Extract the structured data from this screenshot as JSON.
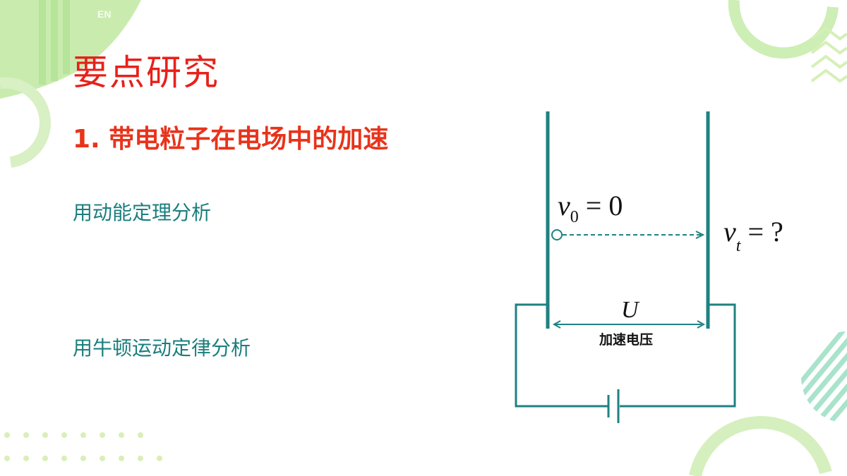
{
  "badge": "EN",
  "title": "要点研究",
  "subtitle": "1.  带电粒子在电场中的加速",
  "methods": [
    "用动能定理分析",
    "用牛顿运动定律分析"
  ],
  "diagram": {
    "v0_symbol": "v",
    "v0_subscript": "0",
    "v0_rest": " = 0",
    "vt_symbol": "v",
    "vt_subscript": "t",
    "vt_rest": " = ?",
    "voltage_symbol": "U",
    "voltage_label": "加速电压"
  },
  "colors": {
    "title": "#e8201a",
    "subtitle": "#e8331b",
    "method_text": "#1b7e7e",
    "circuit": "#1f8181",
    "accent_green": "#b9e59a",
    "accent_teal": "#9fdcc8"
  }
}
